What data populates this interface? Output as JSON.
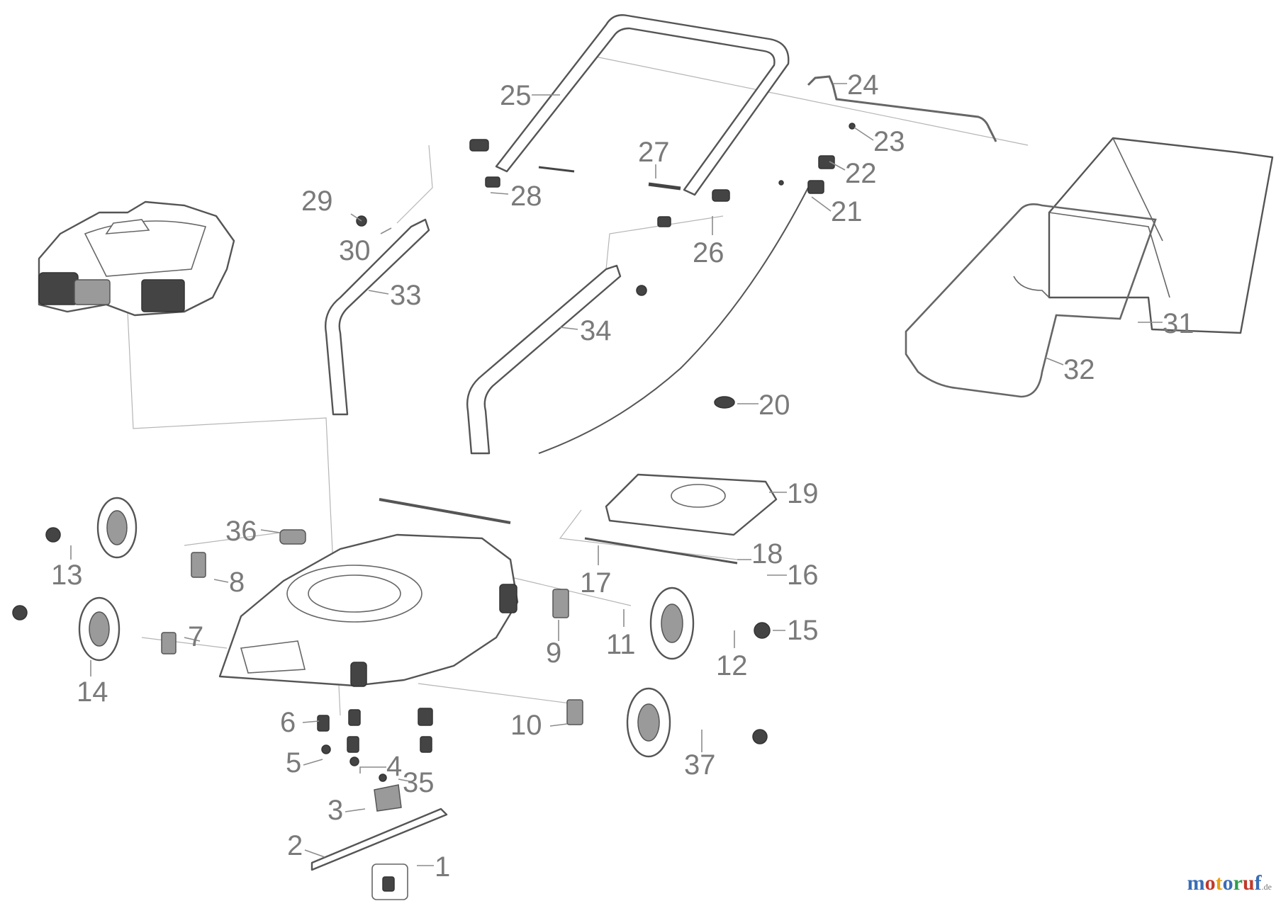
{
  "diagram": {
    "labels": [
      "1",
      "2",
      "3",
      "4",
      "5",
      "6",
      "7",
      "8",
      "9",
      "10",
      "11",
      "12",
      "13",
      "14",
      "15",
      "16",
      "17",
      "18",
      "19",
      "20",
      "21",
      "22",
      "23",
      "24",
      "25",
      "26",
      "27",
      "28",
      "29",
      "30",
      "31",
      "32",
      "33",
      "34",
      "35",
      "36",
      "37"
    ]
  },
  "watermark": {
    "letters": [
      "m",
      "o",
      "t",
      "o",
      "r",
      "u",
      "f"
    ],
    "colors": [
      "#3a6db5",
      "#c0392b",
      "#e8a317",
      "#3a6db5",
      "#2e9e4f",
      "#c0392b",
      "#3a6db5"
    ],
    "suffix": ".de"
  }
}
